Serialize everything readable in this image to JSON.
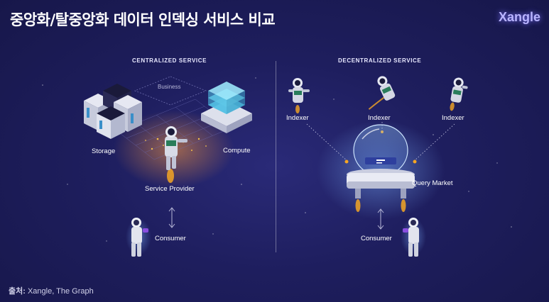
{
  "header": {
    "title": "중앙화/탈중앙화 데이터 인덱싱 서비스 비교",
    "brand": "Xangle"
  },
  "centralized": {
    "heading": "CENTRALIZED SERVICE",
    "business": "Business",
    "storage": "Storage",
    "compute": "Compute",
    "service_provider": "Service Provider",
    "consumer": "Consumer"
  },
  "decentralized": {
    "heading": "DECENTRALIZED SERVICE",
    "indexers": [
      "Indexer",
      "Indexer",
      "Indexer"
    ],
    "query_market": "Query Market",
    "consumer": "Consumer"
  },
  "footer": {
    "source_label": "출처:",
    "source_text": " Xangle, The Graph"
  },
  "colors": {
    "background": "#1e1e5e",
    "brand_glow": "#b9b4ff",
    "accent_orange": "#f5a623",
    "server_cyan": "#5fd0f0"
  }
}
